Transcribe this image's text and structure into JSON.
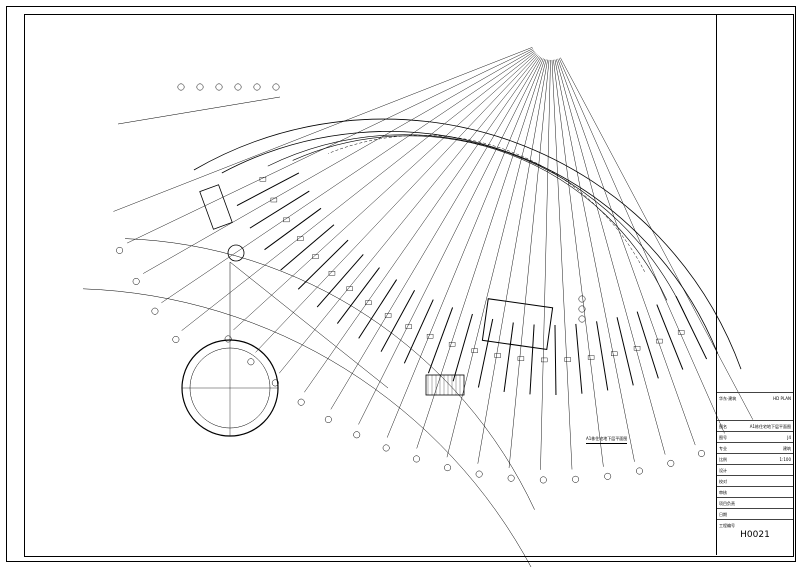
{
  "drawing": {
    "caption": "A1栋住宅地下层平面图",
    "sheet_number": "H0021"
  },
  "title_block": {
    "header_left": "华东·建筑",
    "header_right": "HD PLAN",
    "rows": [
      {
        "label": "图名",
        "value": "A1栋住宅地下层平面图"
      },
      {
        "label": "图号",
        "value": "J4"
      },
      {
        "label": "专业",
        "value": "建筑"
      },
      {
        "label": "比例",
        "value": "1:100"
      },
      {
        "label": "设计",
        "value": ""
      },
      {
        "label": "校对",
        "value": ""
      },
      {
        "label": "审核",
        "value": ""
      },
      {
        "label": "项目负责",
        "value": ""
      },
      {
        "label": "日期",
        "value": ""
      },
      {
        "label": "工程编号",
        "value": ""
      }
    ]
  },
  "colors": {
    "line": "#000000",
    "background": "#ffffff"
  }
}
